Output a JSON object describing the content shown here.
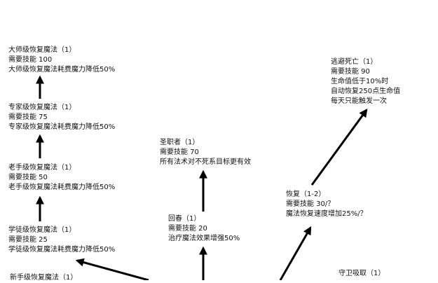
{
  "colors": {
    "text": "#111111",
    "arrow": "#000000",
    "background": "#ffffff"
  },
  "nodes": {
    "grandmaster": {
      "title": "大师级恢复魔法（1）",
      "req": "需要技能 100",
      "effect": "大师级恢复魔法耗费魔力降低50%"
    },
    "expert": {
      "title": "专家级恢复魔法（1）",
      "req": "需要技能 75",
      "effect": "专家级恢复魔法耗费魔力降低50%"
    },
    "adept": {
      "title": "老手级恢复魔法（1）",
      "req": "需要技能 50",
      "effect": "老手级恢复魔法耗费魔力降低50%"
    },
    "apprentice": {
      "title": "学徒级恢复魔法（1）",
      "req": "需要技能 25",
      "effect": "学徒级恢复魔法耗费魔力降低50%"
    },
    "novice": {
      "title": "新手级恢复魔法（1）"
    },
    "respite": {
      "title": "回春（1）",
      "req": "需要技能 20",
      "effect": "治疗魔法效果增强50%"
    },
    "ward_absorb": {
      "title": "守卫吸取（1）"
    },
    "recovery": {
      "title": "恢复（1-2）",
      "req": "需要技能 30/？",
      "effect": "魔法恢复速度增加25%/？"
    },
    "avoid_death": {
      "title": "逃避死亡（1）",
      "req": "需要技能 90",
      "line1": "生命值低于10%时",
      "line2": "自动恢复250点生命值",
      "line3": "每天只能触发一次"
    },
    "blessed": {
      "title": "圣职者（1）",
      "req": "需要技能 70",
      "effect": "所有法术对不死系目标更有效"
    }
  }
}
